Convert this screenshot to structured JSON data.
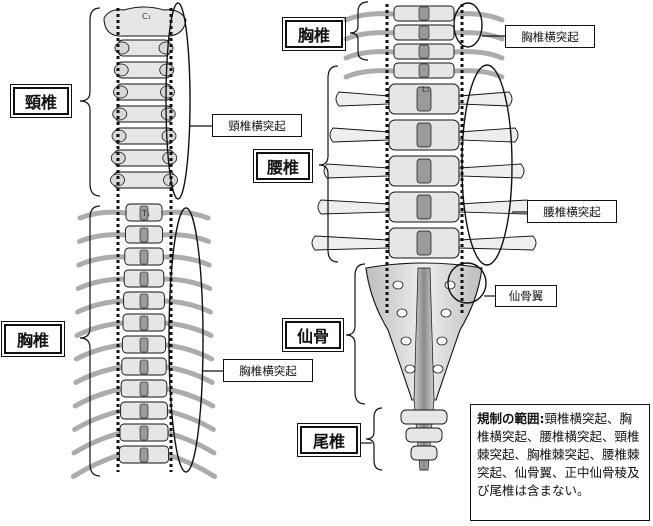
{
  "labels": {
    "cervical": "頸椎",
    "thoracic_left": "胸椎",
    "thoracic_right": "胸椎",
    "lumbar": "腰椎",
    "sacrum": "仙骨",
    "coccyx": "尾椎"
  },
  "callouts": {
    "cervical_transverse": "頸椎横突起",
    "thoracic_transverse_left": "胸椎横突起",
    "thoracic_transverse_right": "胸椎横突起",
    "lumbar_transverse": "腰椎横突起",
    "sacral_ala": "仙骨翼"
  },
  "vertebra_marks": {
    "c1": "C₁",
    "t1": "T₁",
    "l1": "L₁"
  },
  "note": {
    "heading": "規制の範囲",
    "colon": ":",
    "body": "頸椎横突起、胸椎横突起、腰椎横突起、頸椎棘突起、胸椎棘突起、腰椎棘突起、仙骨翼、正中仙骨稜及び尾椎は含まない。"
  },
  "colors": {
    "ink": "#111111",
    "bone_fill": "#e6e6e6",
    "bone_shade": "#9a9a9a",
    "background": "#ffffff"
  }
}
